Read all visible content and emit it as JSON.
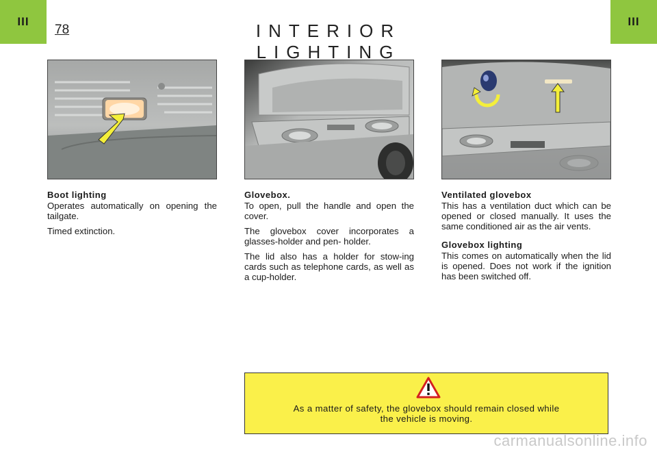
{
  "header": {
    "chapter_left": "III",
    "chapter_right": "III",
    "page_number": "78",
    "title": "INTERIOR LIGHTING"
  },
  "columns": [
    {
      "heading": "Boot lighting",
      "paragraphs": [
        "Operates automatically on opening the tailgate.",
        "Timed extinction."
      ]
    },
    {
      "heading": "Glovebox.",
      "paragraphs": [
        "To open, pull the handle and open the cover.",
        "The glovebox cover incorporates a glasses-holder and pen- holder.",
        "The lid also has a holder for stow-ing cards such as telephone cards, as well as a cup-holder."
      ]
    },
    {
      "heading": "Ventilated glovebox",
      "paragraphs": [
        "This has a ventilation duct which can be opened or closed manually. It uses the same conditioned air as the air vents."
      ],
      "heading2": "Glovebox lighting",
      "paragraphs2": [
        "This comes on automatically when the lid is opened. Does not work if the ignition has been switched off."
      ]
    }
  ],
  "warning": {
    "text": "As a matter of safety, the glovebox should remain closed while the vehicle is moving."
  },
  "watermark": "carmanualsonline.info",
  "colors": {
    "tab_green": "#8fc63f",
    "warning_yellow": "#faf04a",
    "arrow_yellow": "#f4ef3a"
  }
}
